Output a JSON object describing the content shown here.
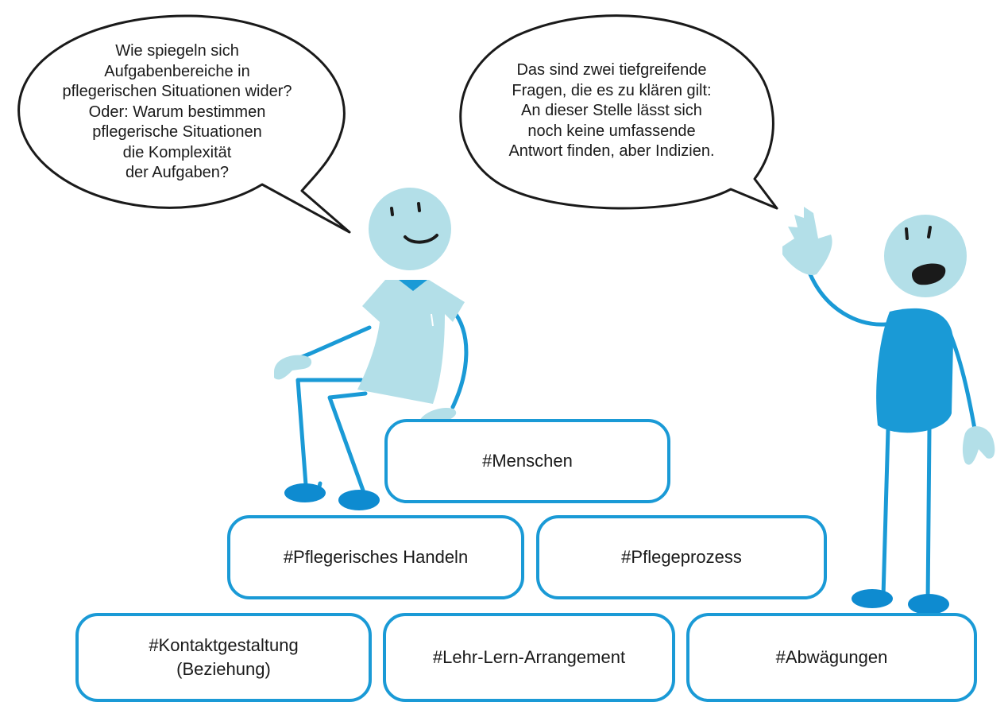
{
  "bubble_left": {
    "lines": [
      "Wie spiegeln sich",
      "Aufgabenbereiche in",
      "pflegerischen Situationen wider?",
      "Oder: Warum bestimmen",
      "pflegerische Situationen",
      "die Komplexität",
      "der Aufgaben?"
    ]
  },
  "bubble_right": {
    "lines": [
      "Das sind zwei tiefgreifende",
      "Fragen, die es zu klären gilt:",
      "An dieser Stelle lässt sich",
      "noch keine umfassende",
      "Antwort finden, aber Indizien."
    ]
  },
  "blocks": {
    "menschen": [
      "#Menschen"
    ],
    "pflegerisches_handeln": [
      "#Pflegerisches Handeln"
    ],
    "pflegeprozess": [
      "#Pflegeprozess"
    ],
    "kontaktgestaltung": [
      "#Kontaktgestaltung",
      "(Beziehung)"
    ],
    "lehr_lern": [
      "#Lehr-Lern-Arrangement"
    ],
    "abwaegungen": [
      "#Abwägungen"
    ]
  },
  "colors": {
    "accent": "#1a9ad6",
    "light": "#b3dfe8",
    "dark": "#0e8bd0",
    "outline": "#1a1a1a"
  }
}
